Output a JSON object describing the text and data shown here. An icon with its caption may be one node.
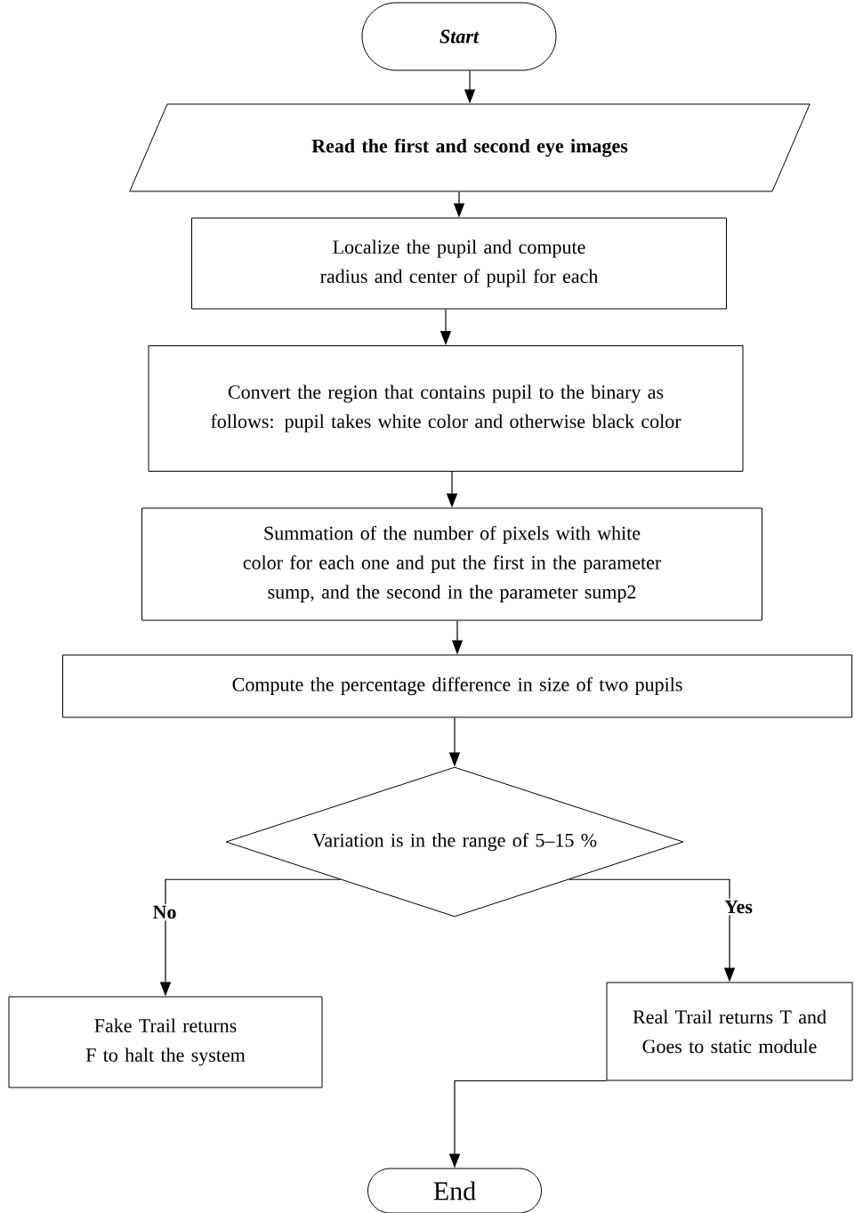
{
  "diagram": {
    "nodes": [
      {
        "text": [
          "Start"
        ]
      },
      {
        "text": [
          "Read the first and second eye images"
        ]
      },
      {
        "text": [
          "Localize the pupil and compute radius and center of pupil for each"
        ]
      },
      {
        "text": [
          "Convert the region that contains pupil to the binary as follows: pupil takes white color and otherwise black color"
        ]
      },
      {
        "text": [
          "Summation of the number of pixels with white color for each one and put the first in the parameter sump, and the second in the parameter sump2"
        ]
      },
      {
        "text": [
          "Compute the percentage difference in size of two pupils"
        ]
      },
      {
        "text": [
          "Variation is in the range of 5–15 %"
        ]
      },
      {
        "text": [
          "Fake Trail returns F to halt the system"
        ]
      },
      {
        "text": [
          "Real Trail returns T and Goes to static module"
        ]
      },
      {
        "text": [
          "End"
        ]
      }
    ],
    "edges": [
      {
        "from": 0,
        "to": 1,
        "arrow": "to"
      },
      {
        "from": 1,
        "to": 2,
        "arrow": "to"
      },
      {
        "from": 2,
        "to": 3,
        "arrow": "to"
      },
      {
        "from": 3,
        "to": 4,
        "arrow": "to"
      },
      {
        "from": 4,
        "to": 5,
        "arrow": "to"
      },
      {
        "from": 5,
        "to": 6,
        "arrow": "to"
      },
      {
        "from": 6,
        "to": 7,
        "arrow": "to",
        "label": "No"
      },
      {
        "from": 6,
        "to": 8,
        "arrow": "to",
        "label": "Yes"
      },
      {
        "from": 8,
        "to": 9,
        "arrow": "to"
      }
    ]
  }
}
